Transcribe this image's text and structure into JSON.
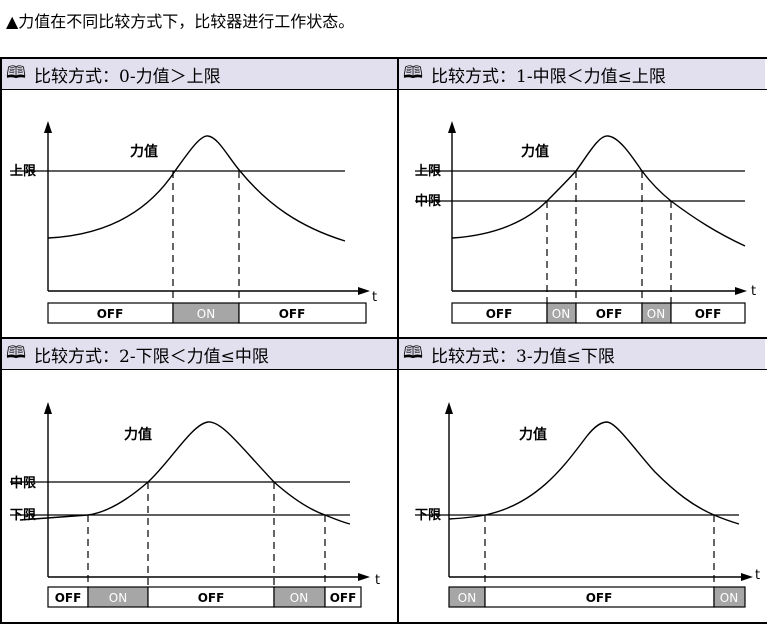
{
  "caption": "▲力值在不同比较方式下，比较器进行工作状态。",
  "header_icon": "book-icon",
  "colors": {
    "header_bg": "#e2e0ef",
    "on_fill": "#a6a6a6",
    "line": "#000000"
  },
  "panels": [
    {
      "title": "比较方式：0-力值＞上限",
      "curve_label": "力值",
      "axis_label": "t",
      "levels": [
        {
          "name": "上限"
        }
      ],
      "states": [
        "OFF",
        "ON",
        "OFF"
      ],
      "state_on": [
        false,
        true,
        false
      ]
    },
    {
      "title": "比较方式：1-中限＜力值≤上限",
      "curve_label": "力值",
      "axis_label": "t",
      "levels": [
        {
          "name": "上限"
        },
        {
          "name": "中限"
        }
      ],
      "states": [
        "OFF",
        "ON",
        "OFF",
        "ON",
        "OFF"
      ],
      "state_on": [
        false,
        true,
        false,
        true,
        false
      ]
    },
    {
      "title": "比较方式：2-下限＜力值≤中限",
      "curve_label": "力值",
      "axis_label": "t",
      "levels": [
        {
          "name": "中限"
        },
        {
          "name": "下限"
        }
      ],
      "states": [
        "OFF",
        "ON",
        "OFF",
        "ON",
        "OFF"
      ],
      "state_on": [
        false,
        true,
        false,
        true,
        false
      ]
    },
    {
      "title": "比较方式：3-力值≤下限",
      "curve_label": "力值",
      "axis_label": "t",
      "levels": [
        {
          "name": "下限"
        }
      ],
      "states": [
        "ON",
        "OFF",
        "ON"
      ],
      "state_on": [
        true,
        false,
        true
      ]
    }
  ]
}
